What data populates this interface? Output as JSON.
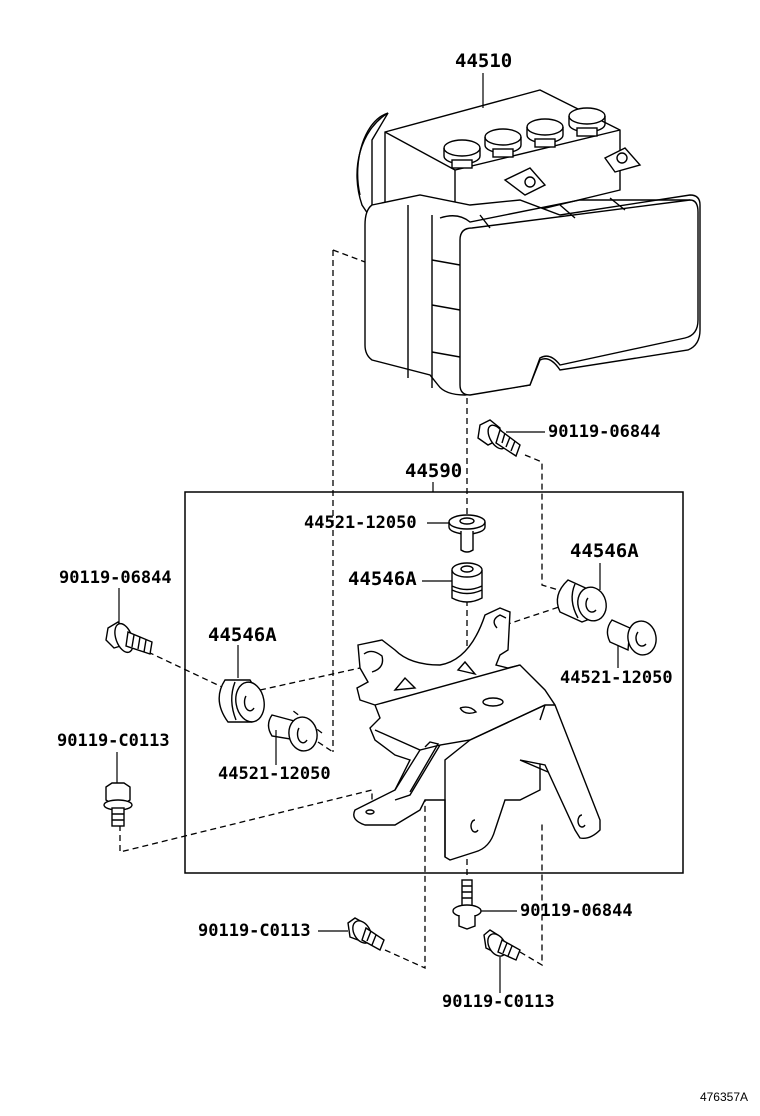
{
  "diagram": {
    "type": "exploded-parts-diagram",
    "subject": "ABS actuator and bracket assembly",
    "reference_code": "476357A",
    "callouts": {
      "actuator": "44510",
      "bracket_assembly": "44590",
      "bolt_top_right": "90119-06844",
      "collar_center": "44521-12050",
      "cushion_center": "44546A",
      "cushion_right": "44546A",
      "collar_right": "44521-12050",
      "bolt_left": "90119-06844",
      "cushion_left": "44546A",
      "collar_left": "44521-12050",
      "bolt_left_lower": "90119-C0113",
      "bolt_bottom_left": "90119-C0113",
      "bolt_bottom_center": "90119-06844",
      "bolt_bottom_right": "90119-C0113"
    }
  }
}
